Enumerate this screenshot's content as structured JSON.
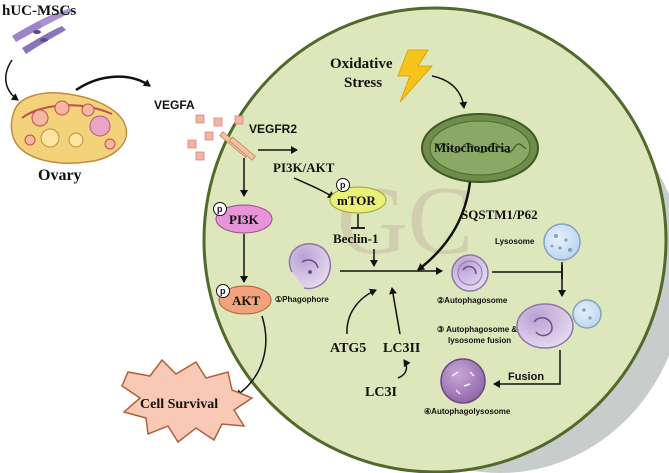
{
  "source_label": "hUC-MSCs",
  "ovary_label": "Ovary",
  "vegfa_label": "VEGFA",
  "vegfr2_label": "VEGFR2",
  "pi3k_akt_label": "PI3K/AKT",
  "p_label": "p",
  "pi3k_label": "PI3K",
  "akt_label": "AKT",
  "mtor_label": "mTOR",
  "beclin_label": "Beclin-1",
  "cell_survival_label": "Cell Survival",
  "oxidative_label_1": "Oxidative",
  "oxidative_label_2": "Stress",
  "mitochondria_label": "Mitochondria",
  "sqstm_label": "SQSTM1/P62",
  "lysosome_label": "Lysosome",
  "gc_watermark": "GC",
  "phagophore_label": "①Phagophore",
  "autophagosome_label": "②Autophagosome",
  "fusion_step_label_1": "③ Autophagosome &",
  "fusion_step_label_2": "lysosome fusion",
  "fusion_label": "Fusion",
  "autophagolysosome_label": "④Autophagolysosome",
  "atg5_label": "ATG5",
  "lc3ii_label": "LC3II",
  "lc3i_label": "LC3I",
  "colors": {
    "cell_fill": "#dde7bb",
    "cell_stroke": "#4f6a2b",
    "shadow": "#c5ccc8",
    "pi3k": "#e794d9",
    "akt": "#f2a37e",
    "mtor": "#eaf07a",
    "mito": "#6f8c4a",
    "bolt": "#f5c31a",
    "vegfa_square": "#f1b4a6",
    "cell_body": "#d7c3e6",
    "lysosome": "#cfe0f2",
    "autophagolysosome": "#a67bb8"
  }
}
